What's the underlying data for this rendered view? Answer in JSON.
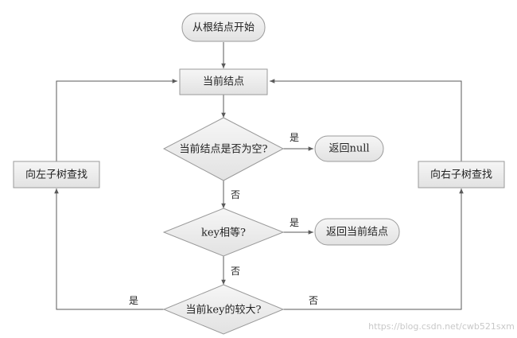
{
  "nodes": {
    "start": "从根结点开始",
    "current": "当前结点",
    "is_empty": "当前结点是否为空?",
    "return_null": "返回null",
    "key_equal": "key相等?",
    "return_current": "返回当前结点",
    "compare": "当前key的较大?",
    "search_left": "向左子树查找",
    "search_right": "向右子树查找"
  },
  "edges": {
    "empty_yes": "是",
    "empty_no": "否",
    "equal_yes": "是",
    "equal_no": "否",
    "compare_yes": "是",
    "compare_no": "否"
  },
  "watermark": "https://blog.csdn.net/cwb521sxm",
  "colors": {
    "node_fill": "#e8e8e8",
    "node_stroke": "#9a9a9a",
    "line": "#5a5a5a",
    "text": "#222222"
  }
}
